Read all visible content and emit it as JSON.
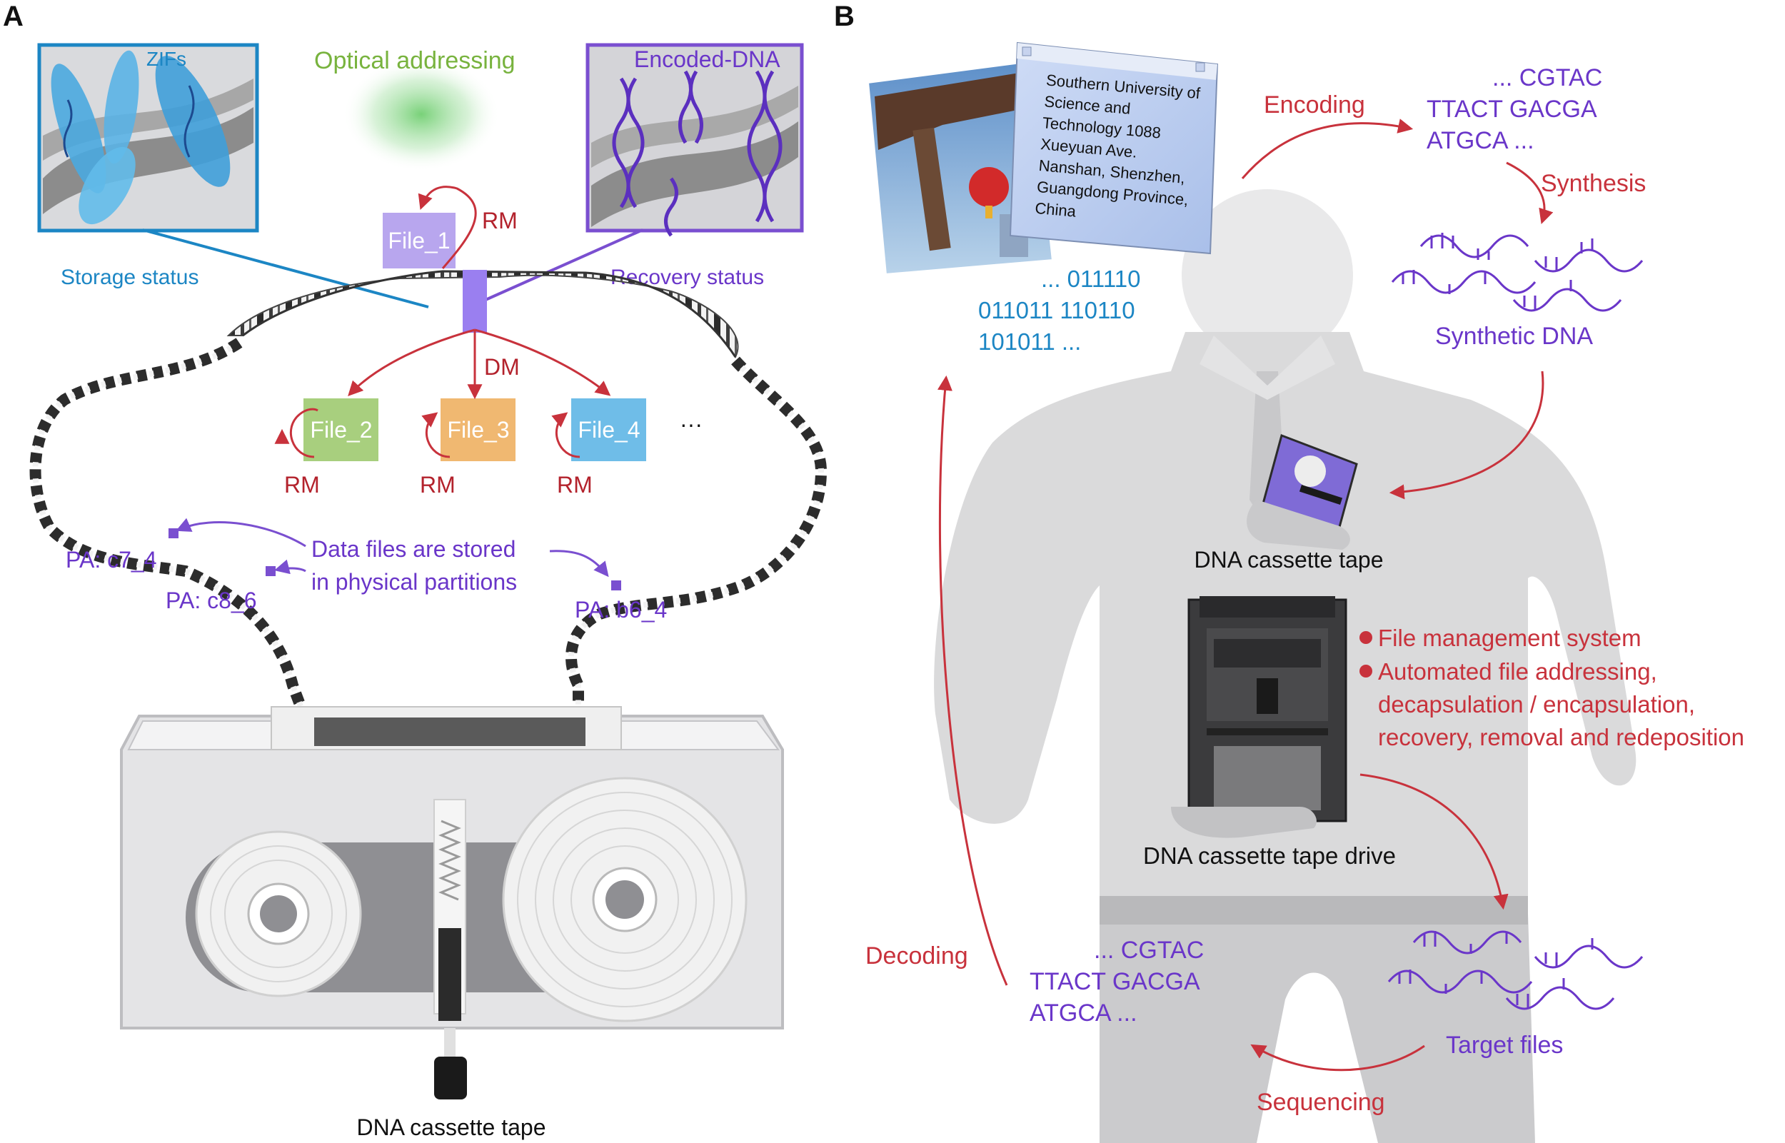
{
  "panel_a": {
    "letter": "A",
    "zifs": "ZIFs",
    "storage_status": "Storage status",
    "optical_addressing": "Optical addressing",
    "encoded_dna": "Encoded-DNA",
    "recovery_status": "Recovery status",
    "file_1": "File_1",
    "file_2": "File_2",
    "file_3": "File_3",
    "file_4": "File_4",
    "ellipsis": "···",
    "rm": "RM",
    "dm": "DM",
    "data_files_line1": "Data files are stored",
    "data_files_line2": "in physical partitions",
    "pa_c7_4": "PA: c7_4",
    "pa_c8_6": "PA: c8_6",
    "pa_b6_4": "PA: b6_4",
    "cassette_caption": "DNA cassette tape"
  },
  "panel_b": {
    "letter": "B",
    "address_lines": [
      "Southern University of",
      "Science and",
      "Technology 1088",
      "Xueyuan Ave.",
      "Nanshan, Shenzhen,",
      "Guangdong Province,",
      "China"
    ],
    "binary_lines": [
      "... 011110",
      "011011 110110",
      "101011 ..."
    ],
    "encoding": "Encoding",
    "seq_top_lines": [
      "... CGTAC",
      "TTACT GACGA",
      "ATGCA ..."
    ],
    "synthesis": "Synthesis",
    "synthetic_dna": "Synthetic DNA",
    "cassette_tape": "DNA cassette tape",
    "bullets": [
      "File management system",
      "Automated file addressing,",
      "decapsulation / encapsulation,",
      "recovery, removal and redeposition"
    ],
    "drive": "DNA cassette tape drive",
    "decoding": "Decoding",
    "seq_bottom_lines": [
      "... CGTAC",
      "TTACT GACGA",
      "ATGCA ..."
    ],
    "target_files": "Target files",
    "sequencing": "Sequencing"
  },
  "colors": {
    "red": "#c8323c",
    "purple": "#6a36c9",
    "blue": "#1c86c4",
    "green": "#78b33e",
    "file1": "#b8a6ee",
    "file2": "#a8cf7e",
    "file3": "#f0b871",
    "file4": "#6fbde8"
  }
}
